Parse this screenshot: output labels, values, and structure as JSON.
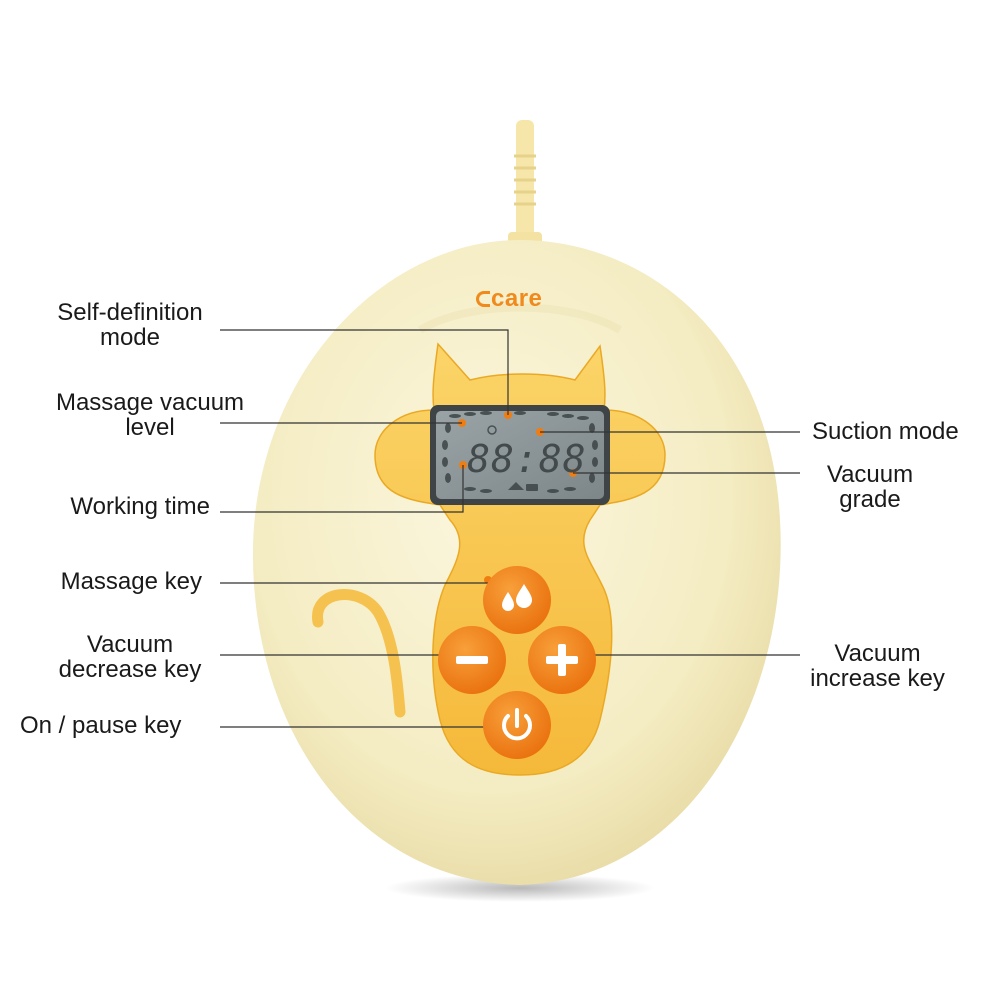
{
  "brand": {
    "name": "care"
  },
  "display": {
    "digits": "88:88"
  },
  "colors": {
    "body": "#f7f0c8",
    "panel": "#f9c64a",
    "button": "#f07d12",
    "lcd": "#8a9597",
    "marker": "#f07d12"
  },
  "callouts": {
    "self_definition_mode": [
      "Self-definition",
      "mode"
    ],
    "massage_vacuum_level": [
      "Massage vacuum",
      "level"
    ],
    "working_time": "Working time",
    "massage_key": "Massage key",
    "vacuum_decrease_key": [
      "Vacuum",
      "decrease key"
    ],
    "on_pause_key": "On / pause key",
    "suction_mode": "Suction mode",
    "vacuum_grade": [
      "Vacuum",
      "grade"
    ],
    "vacuum_increase_key": [
      "Vacuum",
      "increase key"
    ]
  },
  "icons": {
    "massage": "water-drops-icon",
    "decrease": "minus-icon",
    "increase": "plus-icon",
    "power": "power-icon"
  }
}
